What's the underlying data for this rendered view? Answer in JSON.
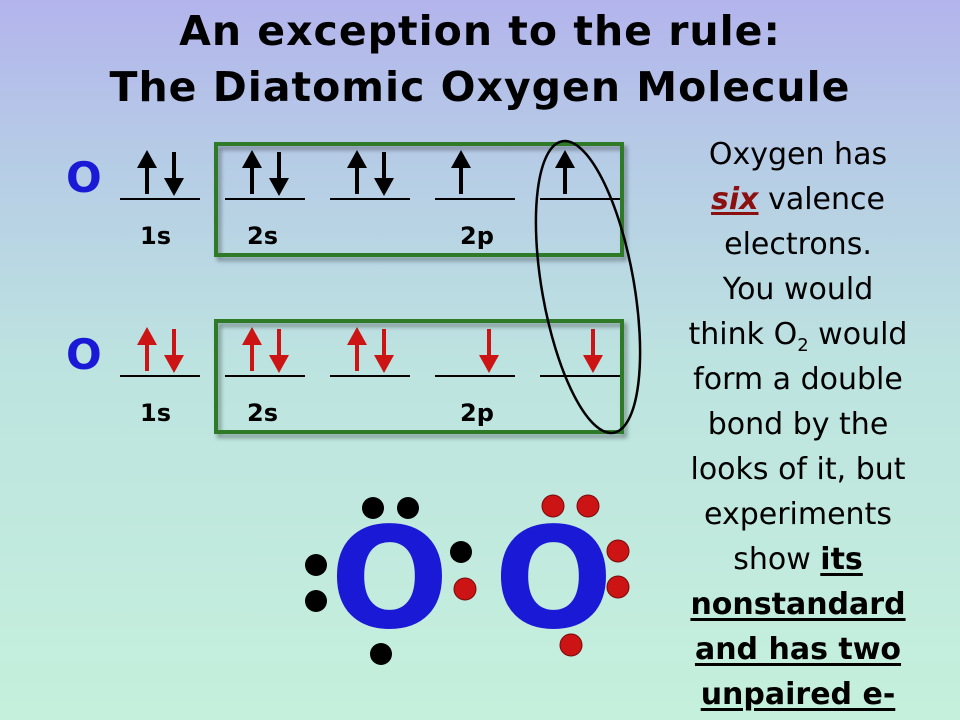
{
  "title": {
    "line1": "An exception to the rule:",
    "line2": "The Diatomic Oxygen Molecule"
  },
  "atom_row": {
    "element": "O",
    "labels": {
      "s1": "1s",
      "s2": "2s",
      "p2": "2p"
    }
  },
  "molecule_row": {
    "element": "O",
    "labels": {
      "s1": "1s",
      "s2": "2s",
      "p2": "2p"
    }
  },
  "lewis": {
    "atom1": "O",
    "atom2": "O"
  },
  "side_text": {
    "l1": "Oxygen has",
    "six": "six",
    "l2_rest": " valence",
    "l3": "electrons.",
    "l4": "You would",
    "l5_a": "think O",
    "l5_sub": "2",
    "l5_b": " would",
    "l6": "form a double",
    "l7": "bond by the",
    "l8": "looks of it, but",
    "l9": "experiments",
    "l10_a": "show ",
    "l10_b": "its",
    "l11": "nonstandard",
    "l12": "and has two",
    "l13": "unpaired e-"
  },
  "colors": {
    "arrow_black": "#000000",
    "arrow_red": "#cc1414",
    "box_green": "#2f7a26",
    "letter_blue": "#1a1ad6",
    "dot_red": "#cc1414"
  }
}
